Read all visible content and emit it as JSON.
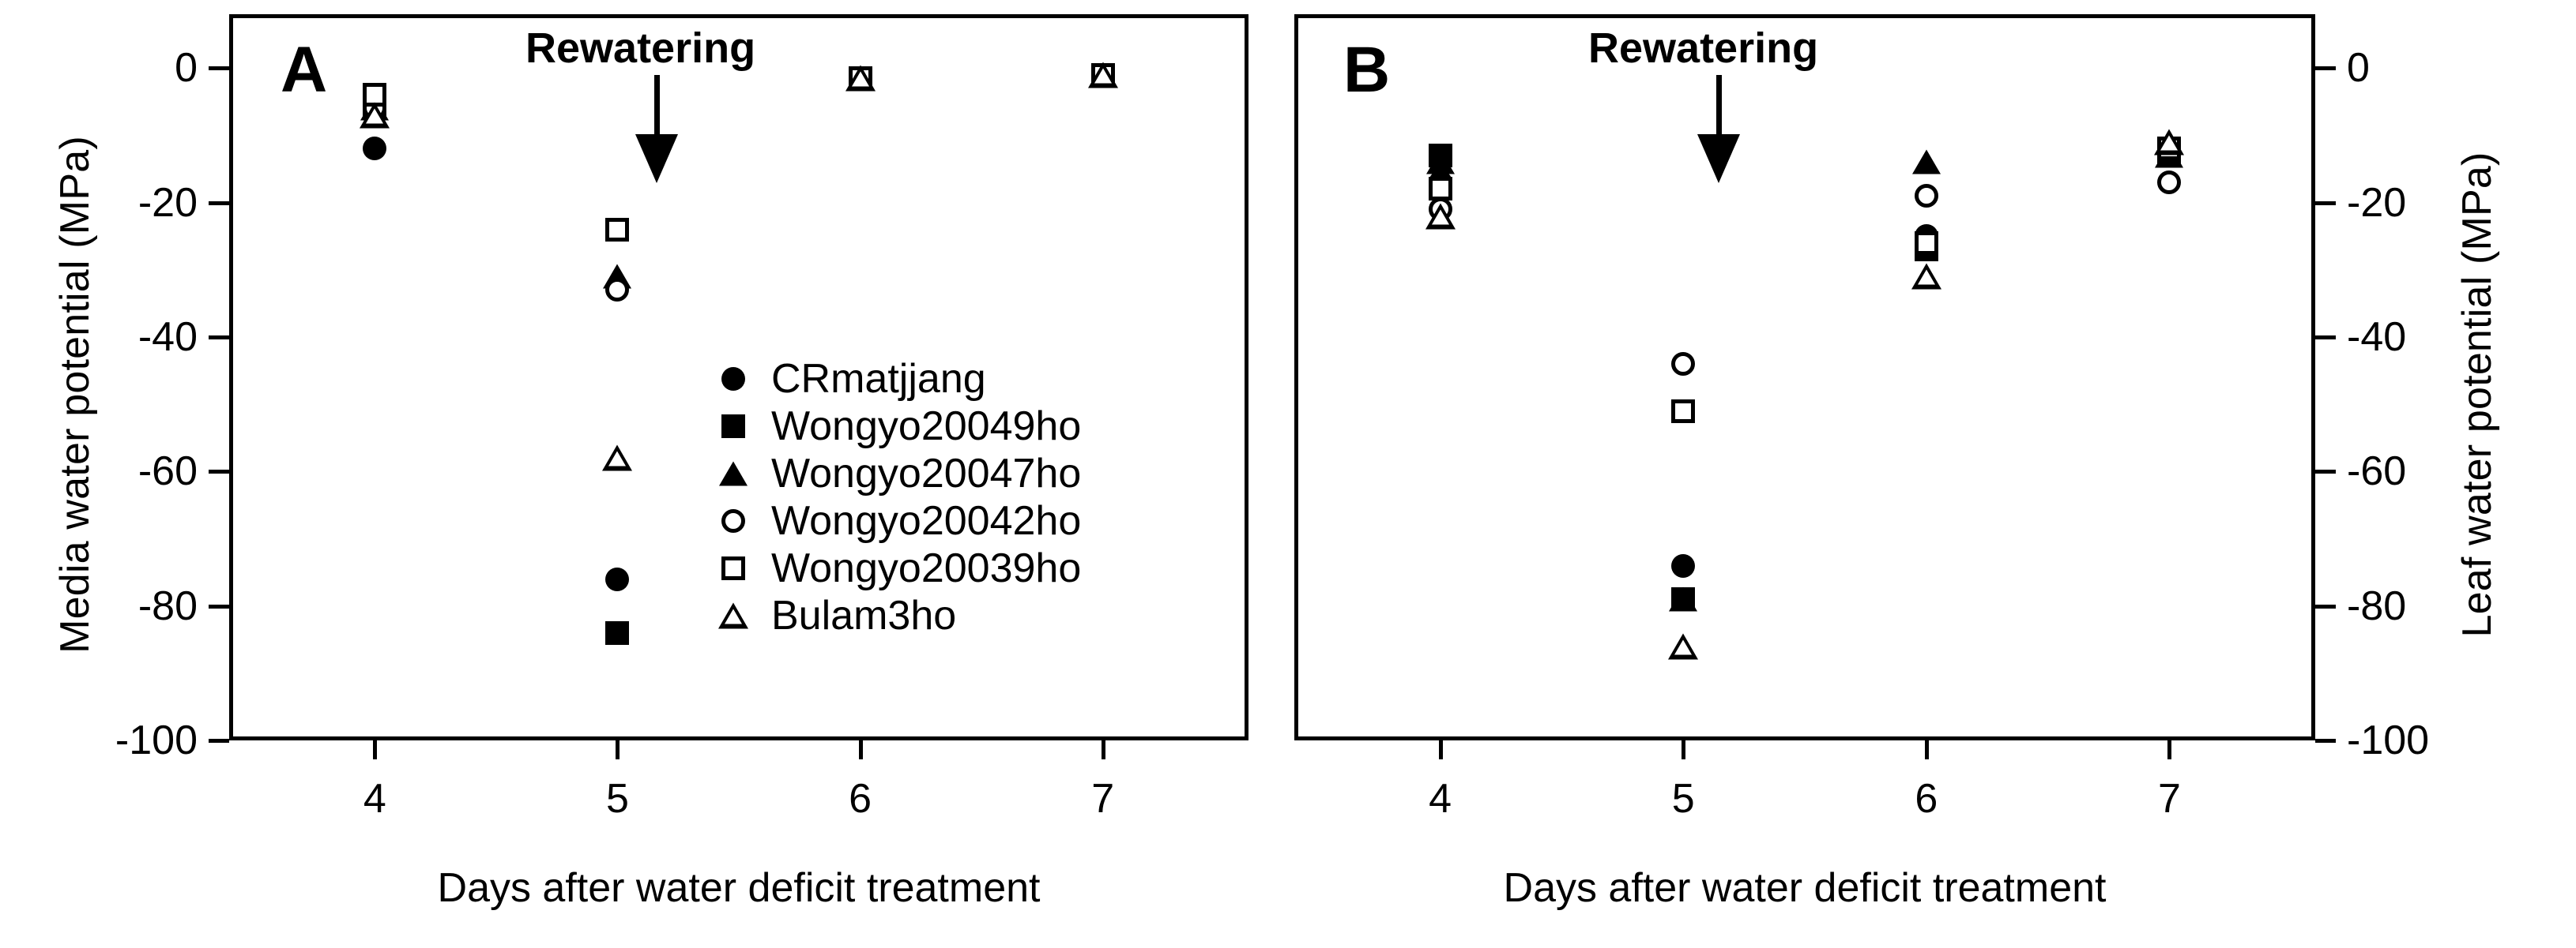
{
  "figure": {
    "panels": [
      {
        "letter": "A",
        "ylabel": "Media water potential (MPa)",
        "xlabel": "Days after water deficit treatment",
        "annotation": "Rewatering"
      },
      {
        "letter": "B",
        "ylabel": "Leaf water potential (MPa)",
        "xlabel": "Days after water deficit treatment",
        "annotation": "Rewatering"
      }
    ],
    "yticks": [
      "0",
      "-20",
      "-40",
      "-60",
      "-80",
      "-100"
    ],
    "xticks": [
      "4",
      "5",
      "6",
      "7"
    ]
  },
  "legend": {
    "items": [
      {
        "label": "CRmatjjang",
        "marker": "circle-filled"
      },
      {
        "label": "Wongyo20049ho",
        "marker": "square-filled"
      },
      {
        "label": "Wongyo20047ho",
        "marker": "tri-filled"
      },
      {
        "label": "Wongyo20042ho",
        "marker": "circle-open"
      },
      {
        "label": "Wongyo20039ho",
        "marker": "square-open"
      },
      {
        "label": "Bulam3ho",
        "marker": "tri-open"
      }
    ]
  },
  "chart_data": {
    "type": "scatter",
    "title": "",
    "xlabel": "Days after water deficit treatment",
    "x": [
      4,
      5,
      6,
      7
    ],
    "xlim": [
      3.4,
      7.6
    ],
    "ylim": [
      -100,
      8
    ],
    "yticks": [
      0,
      -20,
      -40,
      -60,
      -80,
      -100
    ],
    "grid": false,
    "legend_position": "inside-panel-A-center",
    "annotations": [
      {
        "text": "Rewatering",
        "panel": "A",
        "x": 5,
        "y": -3,
        "arrow_to_y": -13
      },
      {
        "text": "Rewatering",
        "panel": "B",
        "x": 5,
        "y": -3,
        "arrow_to_y": -13
      }
    ],
    "panels": [
      {
        "letter": "A",
        "ylabel": "Media water potential (MPa)",
        "yaxis_side": "left",
        "series": [
          {
            "name": "CRmatjjang",
            "marker": "circle-filled",
            "values": [
              -12,
              -76,
              -1.5,
              -1
            ]
          },
          {
            "name": "Wongyo20049ho",
            "marker": "square-filled",
            "values": [
              -6,
              -84,
              -1.5,
              -1
            ]
          },
          {
            "name": "Wongyo20047ho",
            "marker": "tri-filled",
            "values": [
              -6,
              -31,
              -1.5,
              -1
            ]
          },
          {
            "name": "Wongyo20042ho",
            "marker": "circle-open",
            "values": [
              -6,
              -33,
              -1.5,
              -1
            ]
          },
          {
            "name": "Wongyo20039ho",
            "marker": "square-open",
            "values": [
              -4,
              -24,
              -1.5,
              -1
            ]
          },
          {
            "name": "Bulam3ho",
            "marker": "tri-open",
            "values": [
              -7,
              -58,
              -1.5,
              -1
            ]
          }
        ]
      },
      {
        "letter": "B",
        "ylabel": "Leaf water potential (MPa)",
        "yaxis_side": "right",
        "series": [
          {
            "name": "CRmatjjang",
            "marker": "circle-filled",
            "values": [
              -17,
              -74,
              -25,
              -12
            ]
          },
          {
            "name": "Wongyo20049ho",
            "marker": "square-filled",
            "values": [
              -13,
              -79,
              -27,
              -13
            ]
          },
          {
            "name": "Wongyo20047ho",
            "marker": "tri-filled",
            "values": [
              -14,
              -79,
              -14,
              -13
            ]
          },
          {
            "name": "Wongyo20042ho",
            "marker": "circle-open",
            "values": [
              -21,
              -44,
              -19,
              -17
            ]
          },
          {
            "name": "Wongyo20039ho",
            "marker": "square-open",
            "values": [
              -18,
              -51,
              -26,
              -12
            ]
          },
          {
            "name": "Bulam3ho",
            "marker": "tri-open",
            "values": [
              -22,
              -86,
              -31,
              -11
            ]
          }
        ]
      }
    ]
  }
}
